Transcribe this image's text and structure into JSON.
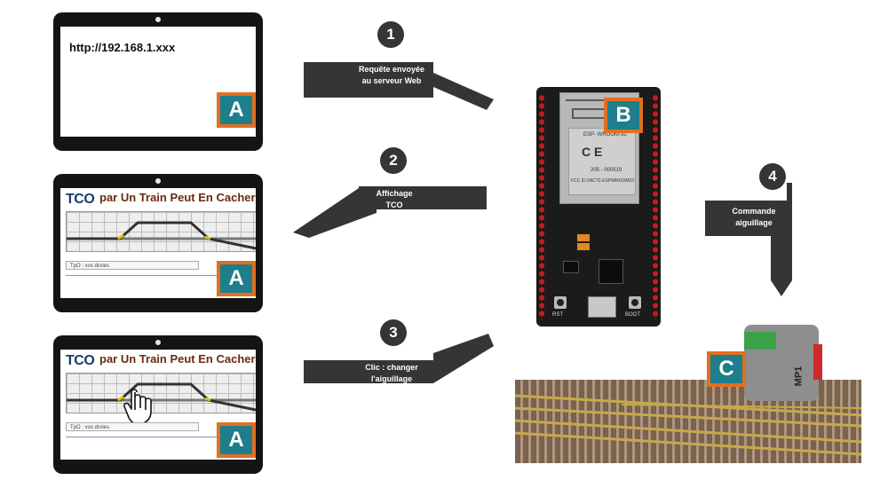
{
  "url": "http://192.168.1.xxx",
  "steps": [
    {
      "number": "1",
      "label_line1": "Requête envoyée",
      "label_line2": "au serveur Web"
    },
    {
      "number": "2",
      "label_line1": "Affichage",
      "label_line2": "TCO"
    },
    {
      "number": "3",
      "label_line1": "Clic : changer",
      "label_line2": "l'aiguillage"
    },
    {
      "number": "4",
      "label_line1": "Commande",
      "label_line2": "aiguillage"
    }
  ],
  "badges": {
    "a": "A",
    "b": "B",
    "c": "C"
  },
  "tco": {
    "title": "TCO",
    "subtitle_words": "par Un Train Peut En Cacher un Autre",
    "status": "TpO : vos droies"
  },
  "board": {
    "module_label": "ESP- WROOM-32",
    "ce_mark": "C E",
    "cert": "205 - 000519",
    "fcc": "FCC ID:2AC7Z-ESPWROOM32",
    "rst": "RST",
    "boot": "BOOT"
  },
  "motor_label": "MP1",
  "colors": {
    "arrow": "#353535",
    "badge_fill": "#1e7e8c",
    "badge_border": "#e07020",
    "pins": "#c51a1a"
  }
}
